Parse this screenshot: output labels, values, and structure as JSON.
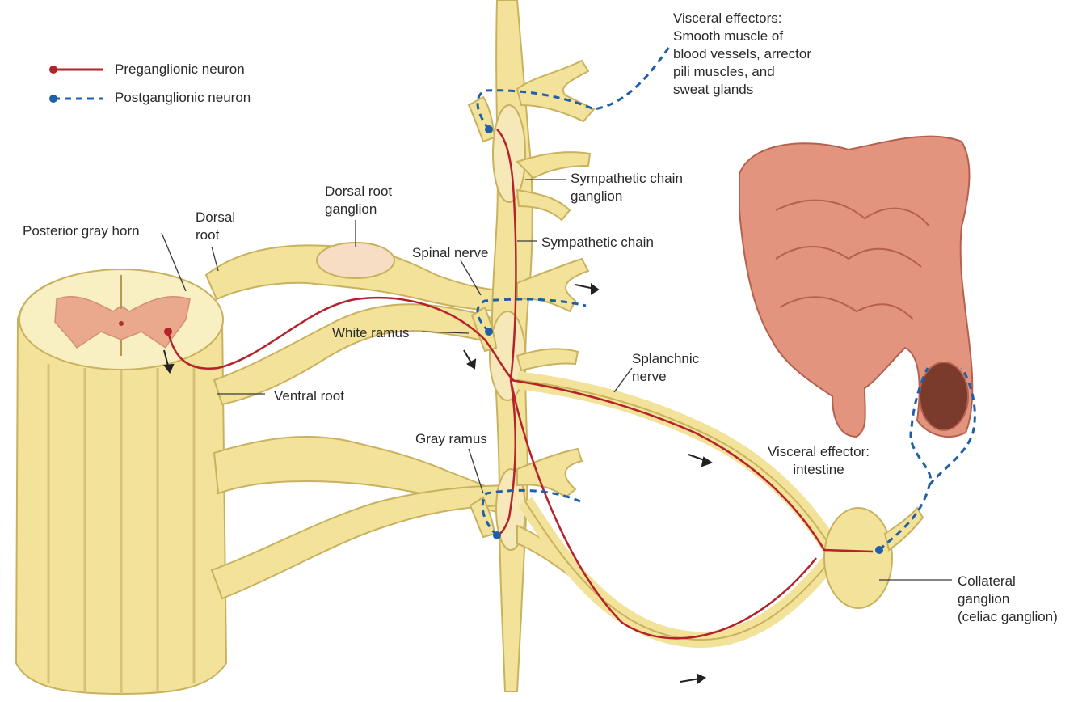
{
  "colors": {
    "nerve": "#f2e29a",
    "nerve_edge": "#c9b25e",
    "nerve_light": "#f8efc2",
    "gray_matter": "#eaa98c",
    "preganglionic": "#b4232b",
    "postganglionic": "#1f5fa8",
    "intestine": "#e2947e",
    "intestine_dark": "#b5614e",
    "leader": "#3a3a3a"
  },
  "legend": {
    "preganglionic": "Preganglionic neuron",
    "postganglionic": "Postganglionic neuron"
  },
  "labels": {
    "visceral_effectors": [
      "Visceral effectors:",
      "Smooth muscle of",
      "blood vessels, arrector",
      "pili muscles, and",
      "sweat glands"
    ],
    "sympathetic_chain_ganglion": [
      "Sympathetic chain",
      "ganglion"
    ],
    "dorsal_root_ganglion": [
      "Dorsal root",
      "ganglion"
    ],
    "dorsal_root": [
      "Dorsal",
      "root"
    ],
    "posterior_gray_horn": "Posterior gray horn",
    "spinal_nerve": "Spinal nerve",
    "sympathetic_chain": "Sympathetic chain",
    "white_ramus": "White ramus",
    "splanchnic_nerve": [
      "Splanchnic",
      "nerve"
    ],
    "ventral_root": "Ventral root",
    "gray_ramus": "Gray ramus",
    "visceral_effector_intestine": [
      "Visceral effector:",
      "intestine"
    ],
    "collateral_ganglion": [
      "Collateral",
      "ganglion",
      "(celiac ganglion)"
    ]
  }
}
